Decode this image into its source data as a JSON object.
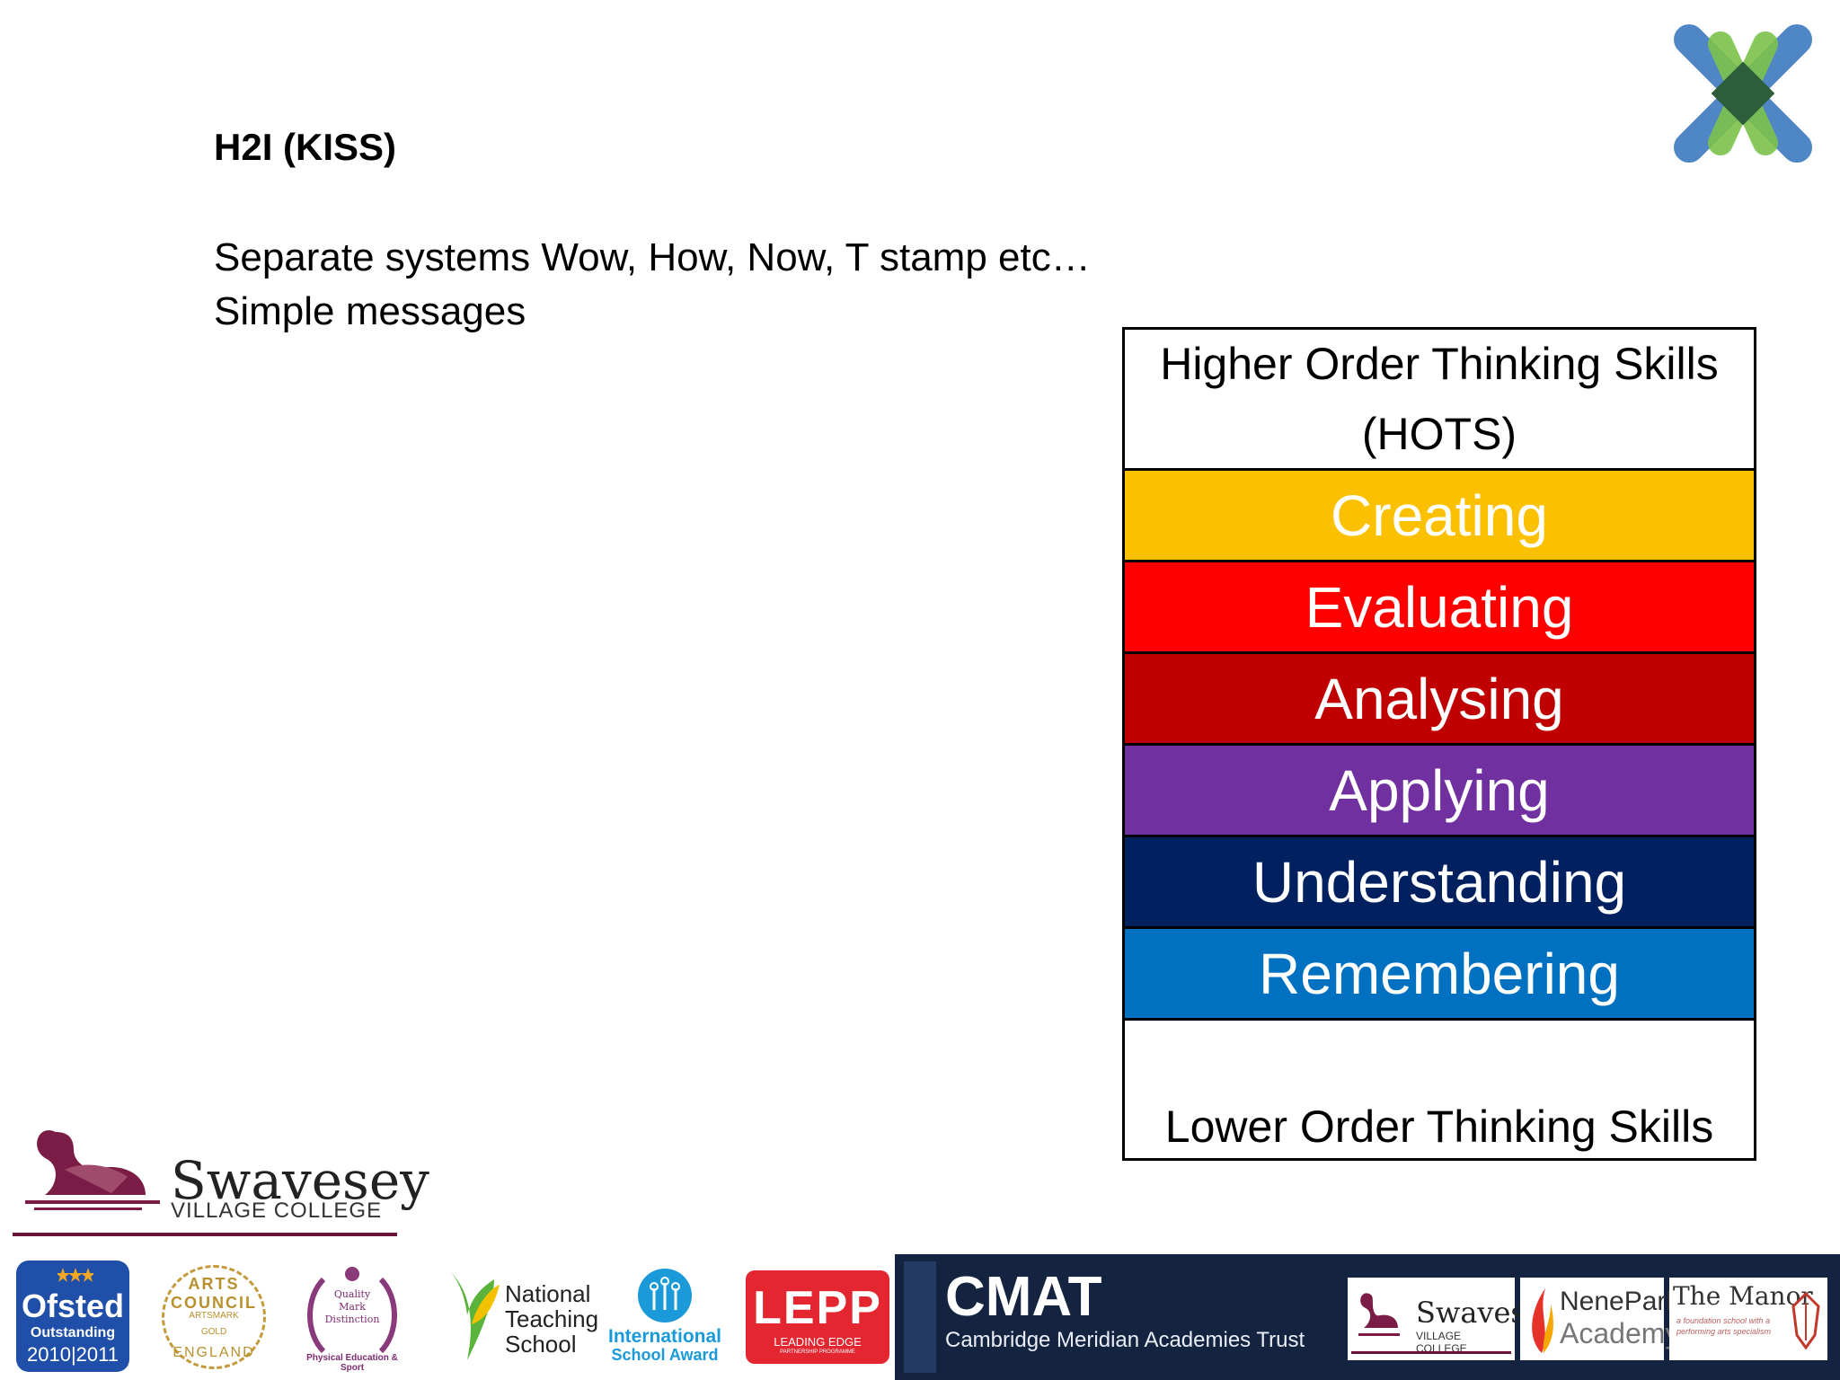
{
  "slide": {
    "title": "H2I (KISS)",
    "lines": [
      "Separate systems Wow, How, Now, T stamp etc…",
      "Simple messages"
    ]
  },
  "hots": {
    "header": "Higher Order Thinking Skills (HOTS)",
    "levels": [
      {
        "label": "Creating",
        "color": "#FBC100"
      },
      {
        "label": "Evaluating",
        "color": "#FF0000"
      },
      {
        "label": "Analysing",
        "color": "#C00000"
      },
      {
        "label": "Applying",
        "color": "#7030A0"
      },
      {
        "label": "Understanding",
        "color": "#002060"
      },
      {
        "label": "Remembering",
        "color": "#0070C0"
      }
    ],
    "footer": "Lower Order Thinking Skills"
  },
  "footer": {
    "school": {
      "name": "Swavesey",
      "subtitle": "VILLAGE COLLEGE"
    },
    "badges": {
      "ofsted": {
        "title": "Ofsted",
        "status": "Outstanding",
        "years": "2010|2011"
      },
      "arts": {
        "top": "ARTS COUNCIL",
        "middle": "ARTSMARK",
        "level": "GOLD",
        "bottom": "ENGLAND"
      },
      "pe": {
        "text": "Quality Mark Distinction",
        "bottom": "Physical Education & Sport"
      },
      "nts": {
        "line1": "National",
        "line2": "Teaching",
        "line3": "School"
      },
      "isa": {
        "title": "International",
        "subtitle": "School Award"
      },
      "lepp": {
        "mark": "LEPP",
        "sub": "LEADING EDGE",
        "sub2": "PARTNERSHIP PROGRAMME"
      }
    },
    "cmat": {
      "title": "CMAT",
      "subtitle": "Cambridge Meridian Academies Trust"
    },
    "partners": {
      "swavesey": {
        "name": "Swavesey",
        "subtitle": "VILLAGE COLLEGE"
      },
      "nene": {
        "line1": "NenePark",
        "line2": "Academy"
      },
      "manor": {
        "title": "The Manor",
        "tagline": "a foundation school with a performing arts specialism"
      }
    }
  }
}
